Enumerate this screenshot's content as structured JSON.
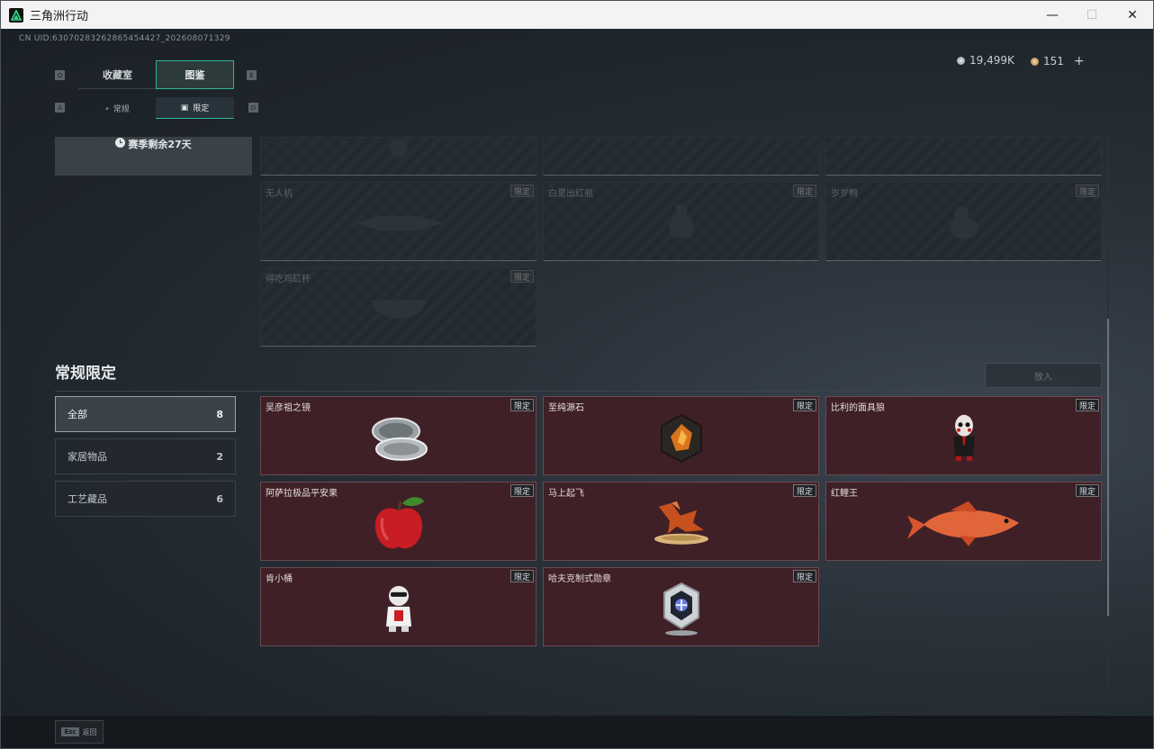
{
  "window": {
    "title": "三角洲行动",
    "minimize": "—",
    "maximize": "☐",
    "close": "✕"
  },
  "uid": "CN UID:630702832628654544​27_202608071329",
  "currency": {
    "coins": "19,499K",
    "tickets": "151",
    "add": "+"
  },
  "tabs": {
    "q_key": "Q",
    "e_key": "E",
    "main": [
      "收藏室",
      "图鉴"
    ],
    "a_key": "A",
    "d_key": "D",
    "sub": [
      "常规",
      "限定"
    ]
  },
  "season": {
    "label": "赛季剩余27天"
  },
  "locked_items": [
    {
      "name": "",
      "badge": ""
    },
    {
      "name": "",
      "badge": ""
    },
    {
      "name": "",
      "badge": ""
    },
    {
      "name": "无人机",
      "badge": "限定"
    },
    {
      "name": "白里出红瓶",
      "badge": "限定"
    },
    {
      "name": "岁岁鸭",
      "badge": "限定"
    },
    {
      "name": "得吃鸡缸杯",
      "badge": "限定"
    }
  ],
  "section": {
    "title": "常规限定",
    "put_button": "放入"
  },
  "filters": [
    {
      "label": "全部",
      "count": "8"
    },
    {
      "label": "家居物品",
      "count": "2"
    },
    {
      "label": "工艺藏品",
      "count": "6"
    }
  ],
  "items": [
    {
      "name": "吴彦祖之镜",
      "badge": "限定",
      "icon": "compact-mirror-icon"
    },
    {
      "name": "至纯源石",
      "badge": "限定",
      "icon": "source-stone-icon"
    },
    {
      "name": "比利的面具狼",
      "badge": "限定",
      "icon": "billy-puppet-icon"
    },
    {
      "name": "阿萨拉极品平安果",
      "badge": "限定",
      "icon": "apple-icon"
    },
    {
      "name": "马上起飞",
      "badge": "限定",
      "icon": "flying-horse-icon"
    },
    {
      "name": "红鲤王",
      "badge": "限定",
      "icon": "red-carp-icon"
    },
    {
      "name": "肯小桶",
      "badge": "限定",
      "icon": "colonel-figure-icon"
    },
    {
      "name": "哈夫克制式勋章",
      "badge": "限定",
      "icon": "medal-icon"
    }
  ],
  "bottom": {
    "esc_key": "Esc",
    "back": "返回"
  }
}
